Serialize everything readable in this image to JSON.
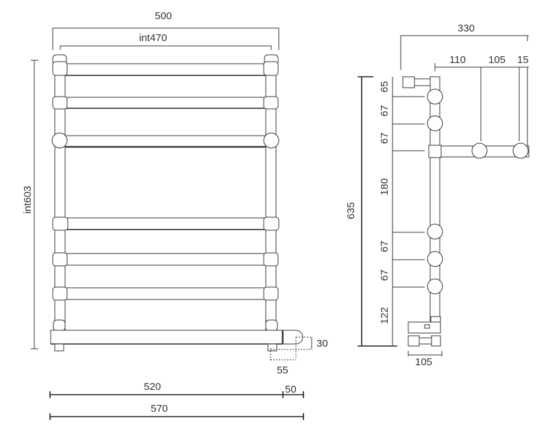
{
  "front_view": {
    "overall_width": "500",
    "internal_width": "int470",
    "internal_height": "int603",
    "base_width": "520",
    "valve_offset": "50",
    "total_width": "570",
    "valve_height": "30",
    "valve_depth": "55"
  },
  "side_view": {
    "total_depth": "330",
    "arm_spacing": [
      "110",
      "105",
      "15"
    ],
    "total_height": "635",
    "vertical_spacing": [
      "65",
      "67",
      "67",
      "180",
      "67",
      "67",
      "122"
    ],
    "base_depth": "105"
  }
}
